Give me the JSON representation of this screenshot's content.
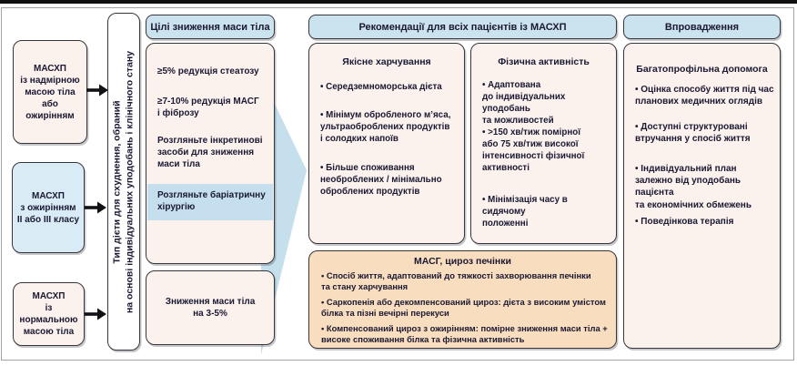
{
  "colors": {
    "header_blue": "#cbe3ef",
    "panel_cream": "#fbf2ee",
    "patient_blue": "#d9ecf5",
    "highlight_blue": "#c5dfee",
    "cirrhosis_orange": "#f8ddbf",
    "big_arrow_blue": "#c5dfed",
    "border_dark": "#38363d",
    "text_navy": "#1a1832"
  },
  "left_flow": {
    "patient_boxes": [
      {
        "label": "МАСХП\nіз надмірною\nмасою тіла\nабо\nожирінням"
      },
      {
        "label": "МАСХП\nз ожирінням\nII або III класу"
      },
      {
        "label": "МАСХП\nіз\nнормальною\nмасою тіла"
      }
    ],
    "diet_bar": {
      "text": "Тип дієти для схуднення, обраний\nна основі індивідуальних уподобань і клінічного стану"
    }
  },
  "goals": {
    "header": "Цілі зниження маси тіла",
    "items": [
      "≥5% редукція стеатозу",
      "≥7-10% редукція МАСГ\nі фіброзу",
      "Розгляньте інкретинові\nзасоби для зниження\nмаси тіла"
    ],
    "highlighted_item": "Розгляньте баріатричну\nхірургію",
    "normal_weight_goal": "Зниження маси тіла\nна 3-5%"
  },
  "recommendations": {
    "header": "Рекомендації для всіх пацієнтів із МАСХП",
    "nutrition": {
      "title": "Якісне харчування",
      "bullets": [
        "• Середземноморська дієта",
        "• Мінімум обробленого м’яса,\nультраоброблених продуктів\nі солодких напоїв",
        "• Більше споживання\nнеоброблених / мінімально\nоброблених продуктів"
      ]
    },
    "activity": {
      "title": "Фізична активність",
      "bullets": [
        "• Адаптована\nдо індивідуальних уподобань\nта можливостей",
        "• >150 хв/тиж помірної\nабо 75 хв/тиж високої\nінтенсивності фізичної\nактивності",
        "• Мінімізація часу в сидячому\nположенні"
      ]
    },
    "cirrhosis": {
      "title": "МАСГ, цироз печінки",
      "bullets": [
        "• Спосіб життя, адаптований до тяжкості захворювання печінки\nта стану харчування",
        "• Саркопенія або декомпенсований цироз: дієта з високим умістом\nбілка та пізні вечірні перекуси",
        "• Компенсований цироз з ожирінням: помірне зниження маси тіла +\nвисоке споживання білка та фізична активність"
      ]
    }
  },
  "implementation": {
    "header": "Впровадження",
    "title": "Багатопрофільна допомога",
    "bullets": [
      "• Оцінка способу життя під час\nпланових медичних оглядів",
      "• Доступні структуровані\nвтручання у спосіб життя",
      "• Індивідуальний план\nзалежно від уподобань пацієнта\nта економічних обмежень",
      "• Поведінкова терапія"
    ]
  }
}
